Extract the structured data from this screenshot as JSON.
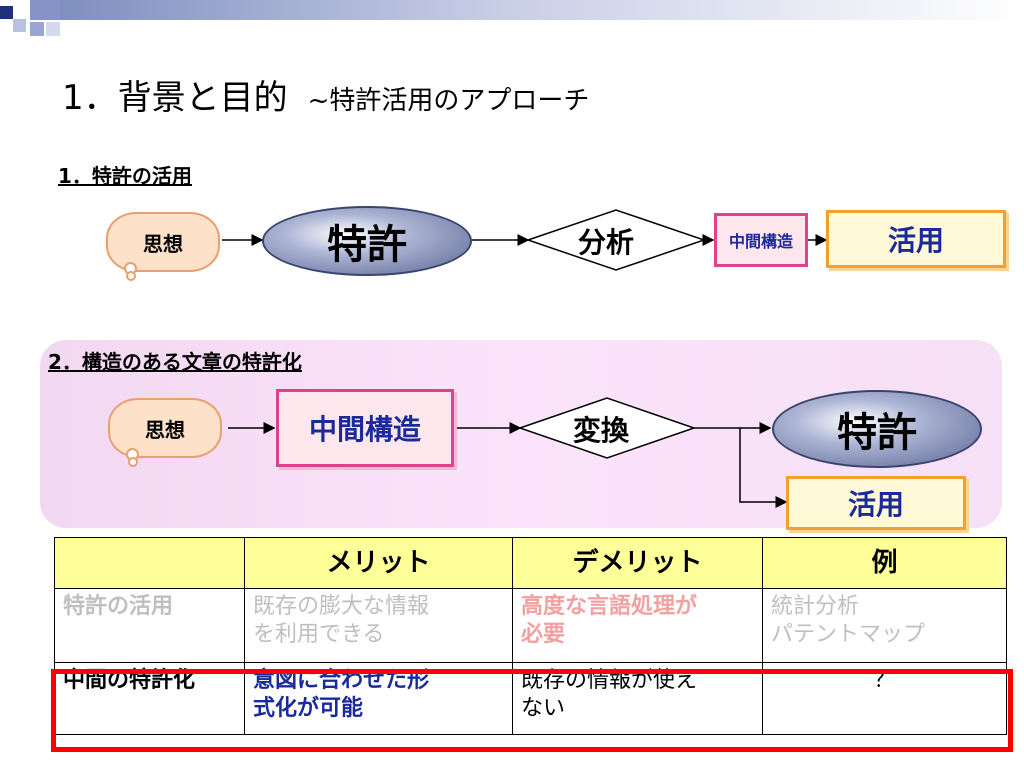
{
  "title": {
    "main": "1．背景と目的",
    "sub": "~特許活用のアプローチ"
  },
  "section1": {
    "heading": "1．特許の活用",
    "idea": "思想",
    "patent": "特許",
    "analysis": "分析",
    "intermediate": "中間構造",
    "use": "活用"
  },
  "section2": {
    "heading": "2．構造のある文章の特許化",
    "idea": "思想",
    "intermediate": "中間構造",
    "convert": "変換",
    "patent": "特許",
    "use": "活用"
  },
  "table": {
    "headers": [
      "",
      "メリット",
      "デメリット",
      "例"
    ],
    "rows": [
      {
        "label": "特許の活用",
        "merit": [
          "既存の膨大な情報",
          "を利用できる"
        ],
        "demerit": [
          "高度な言語処理が",
          "必要"
        ],
        "example": [
          "統計分析",
          "パテントマップ"
        ]
      },
      {
        "label": "中間の特許化",
        "merit": [
          "意図に合わせた形",
          "式化が可能"
        ],
        "demerit": [
          "既存の情報が使え",
          "ない"
        ],
        "example": [
          "？"
        ]
      }
    ]
  },
  "colors": {
    "accent_blue": "#1a2a9a",
    "magenta_border": "#e04090",
    "orange_border": "#f4a030",
    "highlight_red": "#ff0000",
    "header_yellow": "#ffff99"
  }
}
